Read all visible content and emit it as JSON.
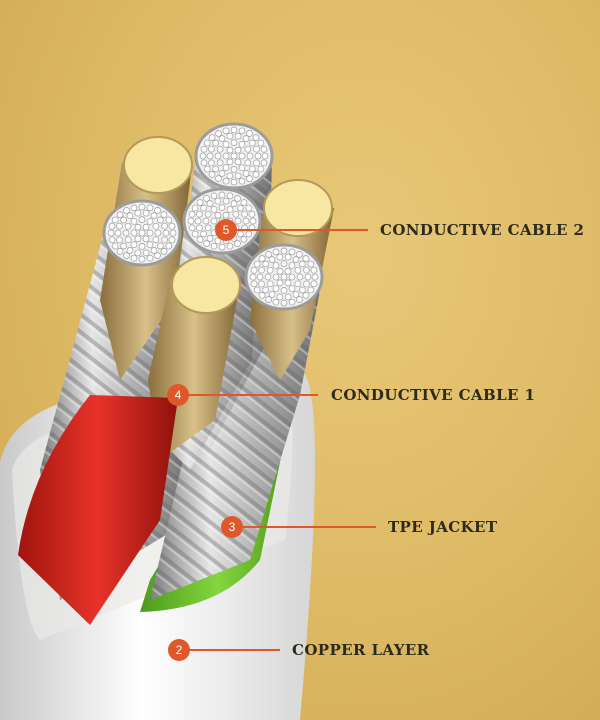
{
  "callouts": [
    {
      "number": "5",
      "label": "CONDUCTIVE CABLE 2"
    },
    {
      "number": "4",
      "label": "CONDUCTIVE CABLE 1"
    },
    {
      "number": "3",
      "label": "TPE JACKET"
    },
    {
      "number": "2",
      "label": "COPPER LAYER"
    }
  ],
  "colors": {
    "background": "#dcb865",
    "badge": "#e0582a",
    "leader_line": "#e0582a",
    "label_text": "#2c2a1c",
    "red_jacket": "#d8261c",
    "green_jacket": "#6ec42e",
    "white_outer": "#f3f3f1",
    "copper_face": "#f7e7a2",
    "strand_silver": "#c9c9c9"
  },
  "icons": [
    "cable-cross-section-illustration"
  ]
}
